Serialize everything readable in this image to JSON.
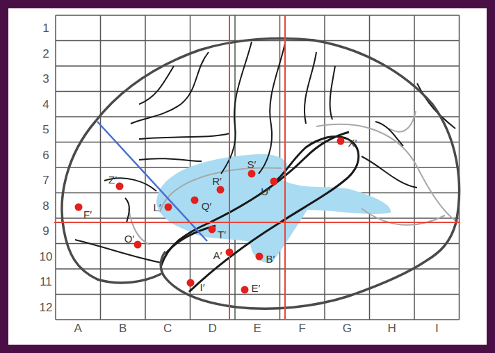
{
  "diagram": {
    "labels": [
      "1",
      "2",
      "3",
      "4",
      "5",
      "6",
      "7",
      "8",
      "9",
      "10",
      "11",
      "12",
      "A",
      "B",
      "C",
      "D",
      "E",
      "F",
      "G",
      "H",
      "I",
      "F′",
      "Z′",
      "O′",
      "L′",
      "Q′",
      "R′",
      "S′",
      "U′",
      "X′",
      "T′",
      "A′",
      "B′",
      "I′",
      "E′"
    ]
  }
}
